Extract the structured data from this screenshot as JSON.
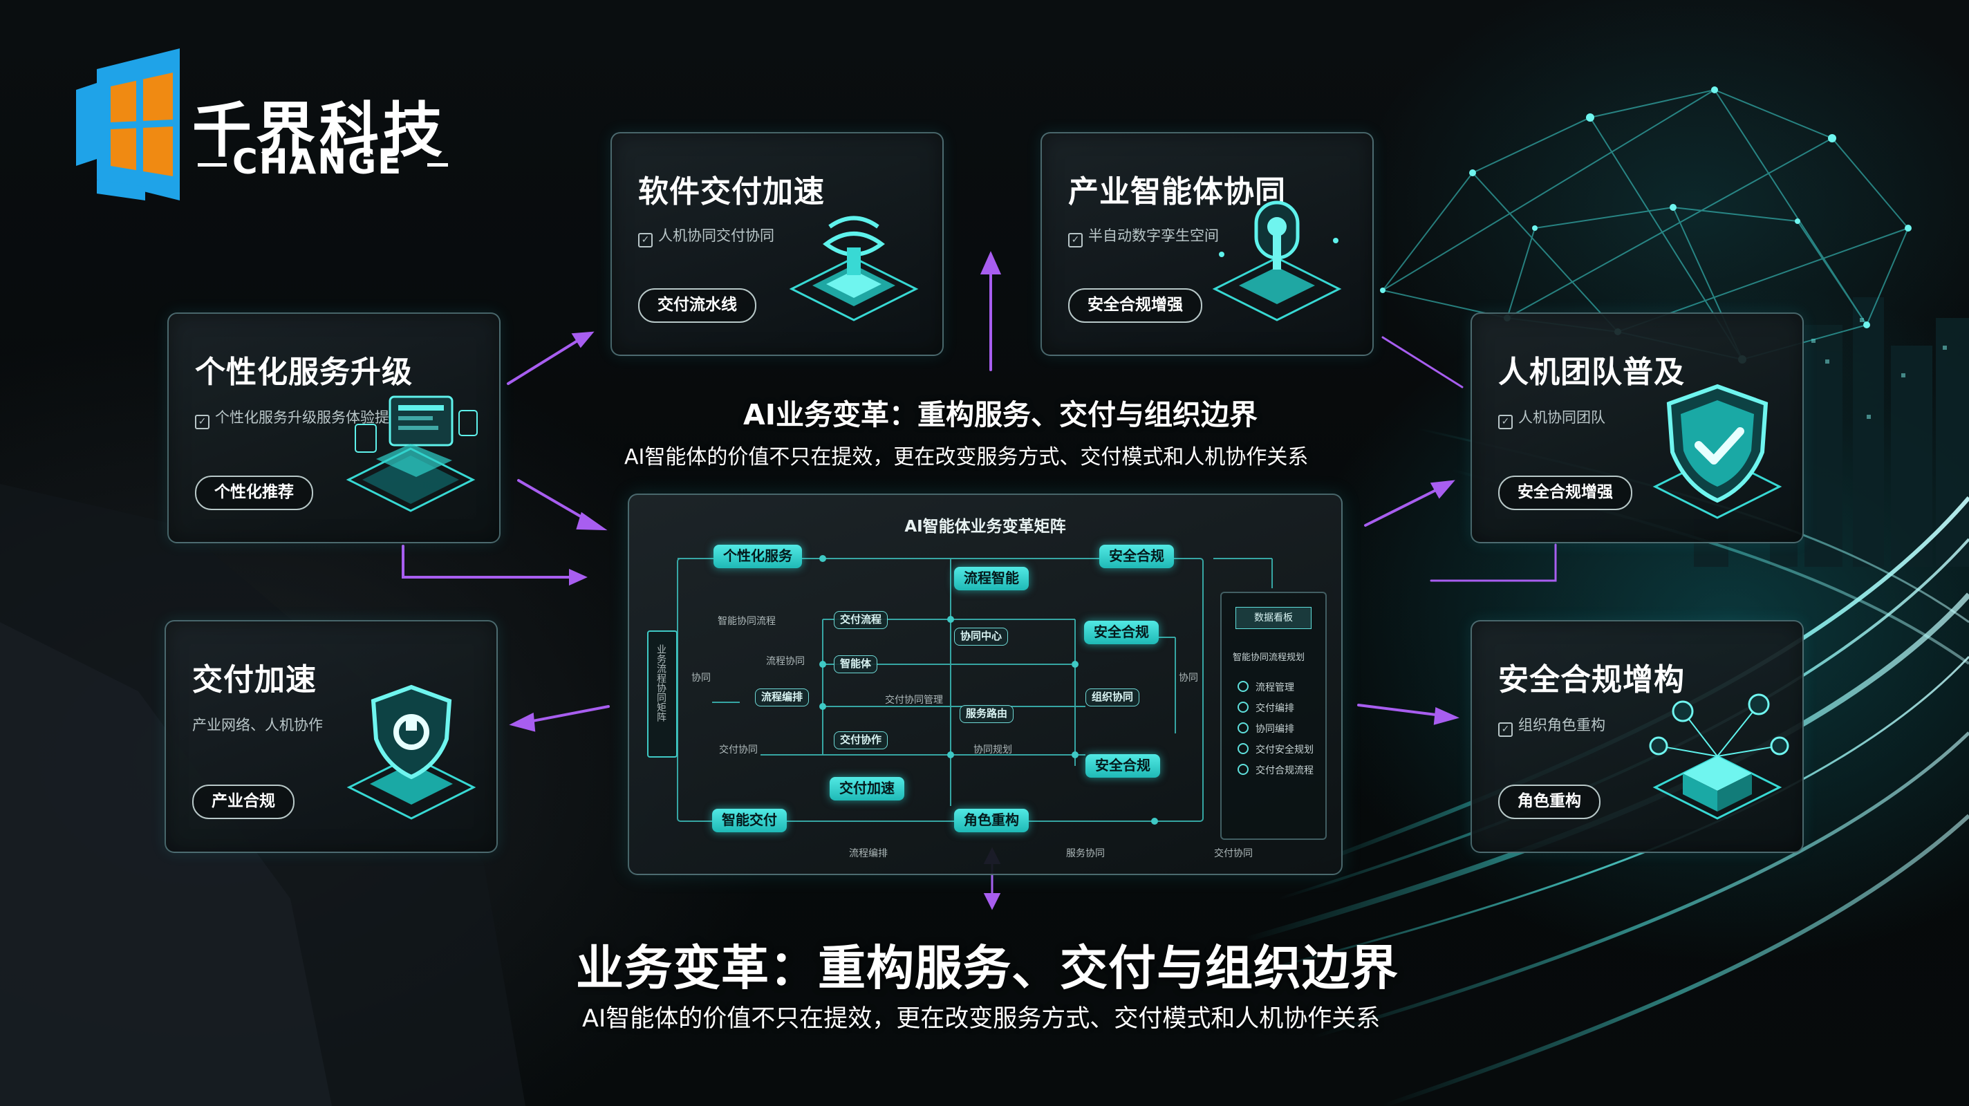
{
  "logo": {
    "name": "千界科技",
    "english": "CHANGE"
  },
  "cards": {
    "personalized": {
      "title": "个性化服务升级",
      "sub": "个性化服务升级服务体验提升",
      "pill": "个性化推荐"
    },
    "software": {
      "title": "软件交付加速",
      "sub": "人机协同交付协同",
      "pill": "交付流水线"
    },
    "industry": {
      "title": "产业智能体协同",
      "sub": "半自动数字孪生空间",
      "pill": "安全合规增强"
    },
    "team": {
      "title": "人机团队普及",
      "sub": "人机协同团队",
      "pill": "安全合规增强"
    },
    "delivery": {
      "title": "交付加速",
      "sub": "产业网络、人机协作",
      "pill": "产业合规"
    },
    "security": {
      "title": "安全合规增构",
      "sub": "组织角色重构",
      "pill": "角色重构"
    }
  },
  "middle": {
    "title": "AI业务变革：重构服务、交付与组织边界",
    "subtitle": "AI智能体的价值不只在提效，更在改变服务方式、交付模式和人机协作关系"
  },
  "matrix": {
    "title": "AI智能体业务变革矩阵",
    "nodes": {
      "personal": "个性化服务",
      "security_top": "安全合规",
      "center_top": "流程智能",
      "security_mid": "安全合规",
      "security_low": "安全合规",
      "bottom_left": "智能交付",
      "bottom_center": "角色重构",
      "lower_center": "交付加速"
    },
    "small_nodes": {
      "a": "交付流程",
      "b": "协同中心",
      "c": "智能体",
      "d": "流程编排",
      "e": "服务路由",
      "f": "交付协作",
      "g": "组织协同"
    },
    "left_vertical": "业务流程协同矩阵",
    "labels": {
      "l1": "智能协同流程",
      "l2": "流程协同",
      "l3": "协同",
      "l4": "交付协同管理",
      "l5": "交付协同",
      "r1": "协同",
      "r2": "协同规划",
      "b1": "流程编排",
      "b2": "服务协同",
      "b3": "交付协同"
    },
    "side_panel": {
      "title": "数据看板",
      "heading": "智能协同流程规划",
      "items": [
        "流程管理",
        "交付编排",
        "协同编排",
        "交付安全规划",
        "交付合规流程"
      ]
    }
  },
  "bottom": {
    "title": "业务变革：重构服务、交付与组织边界",
    "subtitle": "AI智能体的价值不只在提效，更在改变服务方式、交付模式和人机协作关系"
  },
  "colors": {
    "accent": "#3fe0dc",
    "arrow": "#a85ef0",
    "card_border": "#78aaaf"
  },
  "icons": [
    "logo-icon",
    "laptop-icon",
    "chip-stack-icon",
    "bulb-icon",
    "shield-check-icon",
    "shield-icon",
    "network-cube-icon"
  ]
}
